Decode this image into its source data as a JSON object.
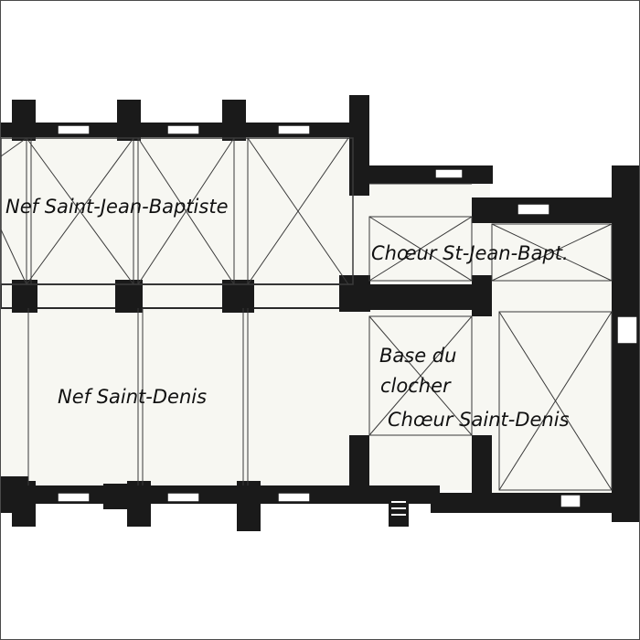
{
  "plan": {
    "labels": {
      "nave_saint_jean_baptiste": "Nef Saint-Jean-Baptiste",
      "choir_st_jean_bapt": "Chœur St-Jean-Bapt.",
      "nave_saint_denis": "Nef Saint-Denis",
      "bell_tower_base_line1": "Base du",
      "bell_tower_base_line2": "clocher",
      "choir_saint_denis": "Chœur Saint-Denis"
    },
    "colors": {
      "wall": "#1a1a1a",
      "fill": "#f7f7f2",
      "line": "#3a3a3a",
      "paper": "#ffffff"
    }
  }
}
